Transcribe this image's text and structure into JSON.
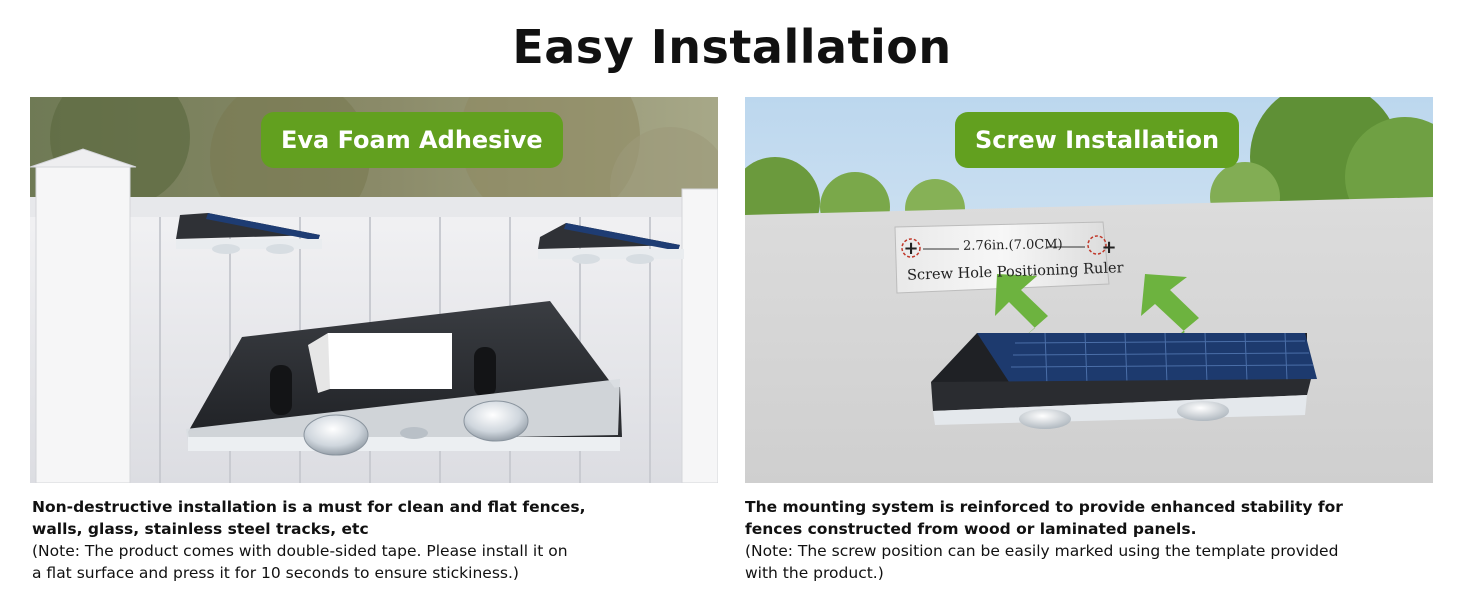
{
  "title": "Easy Installation",
  "left_panel": {
    "badge": "Eva Foam Adhesive",
    "bold_line1": "Non-destructive installation is a must for clean and flat fences,",
    "bold_line2": "walls, glass, stainless steel tracks, etc",
    "note_line1": "(Note: The product comes with double-sided tape. Please install it on",
    "note_line2": "a flat surface and press it for 10 seconds to ensure stickiness.)"
  },
  "right_panel": {
    "badge": "Screw Installation",
    "ruler_measure": "2.76in.(7.0CM)",
    "ruler_label": "Screw Hole Positioning Ruler",
    "bold_line1": "The mounting system is reinforced to provide enhanced stability for",
    "bold_line2": "fences constructed from wood or laminated panels.",
    "note_line1": "(Note: The screw position can be easily marked using the template provided",
    "note_line2": "with the product.)"
  },
  "colors": {
    "badge_green": "#62a01f",
    "arrow_green": "#6db33f",
    "solar_blue": "#1d3a6e"
  }
}
